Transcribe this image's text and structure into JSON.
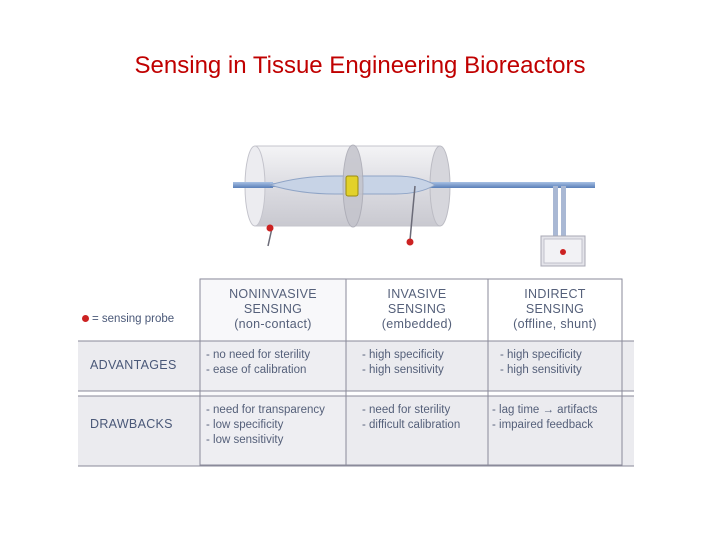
{
  "title": "Sensing  in Tissue Engineering Bioreactors",
  "legend_label": "= sensing probe",
  "columns": [
    {
      "line1": "NONINVASIVE",
      "line2": "SENSING",
      "line3": "(non-contact)"
    },
    {
      "line1": "INVASIVE",
      "line2": "SENSING",
      "line3": "(embedded)"
    },
    {
      "line1": "INDIRECT",
      "line2": "SENSING",
      "line3": "(offline, shunt)"
    }
  ],
  "rows": [
    {
      "label": "ADVANTAGES",
      "cells": [
        [
          "- no need for sterility",
          "- ease of calibration"
        ],
        [
          "- high specificity",
          "- high sensitivity"
        ],
        [
          "- high specificity",
          "- high sensitivity"
        ]
      ]
    },
    {
      "label": "DRAWBACKS",
      "cells": [
        [
          "- need for transparency",
          "- low specificity",
          "- low sensitivity"
        ],
        [
          "- need for sterility",
          "- difficult calibration"
        ],
        [
          "- lag time → artifacts",
          "- impaired feedback"
        ]
      ]
    }
  ],
  "colors": {
    "title": "#c00000",
    "probe": "#cc2222",
    "tube": "#6b8fc4",
    "table_line": "#8a8a9a",
    "shade": "#e8e8ec"
  }
}
